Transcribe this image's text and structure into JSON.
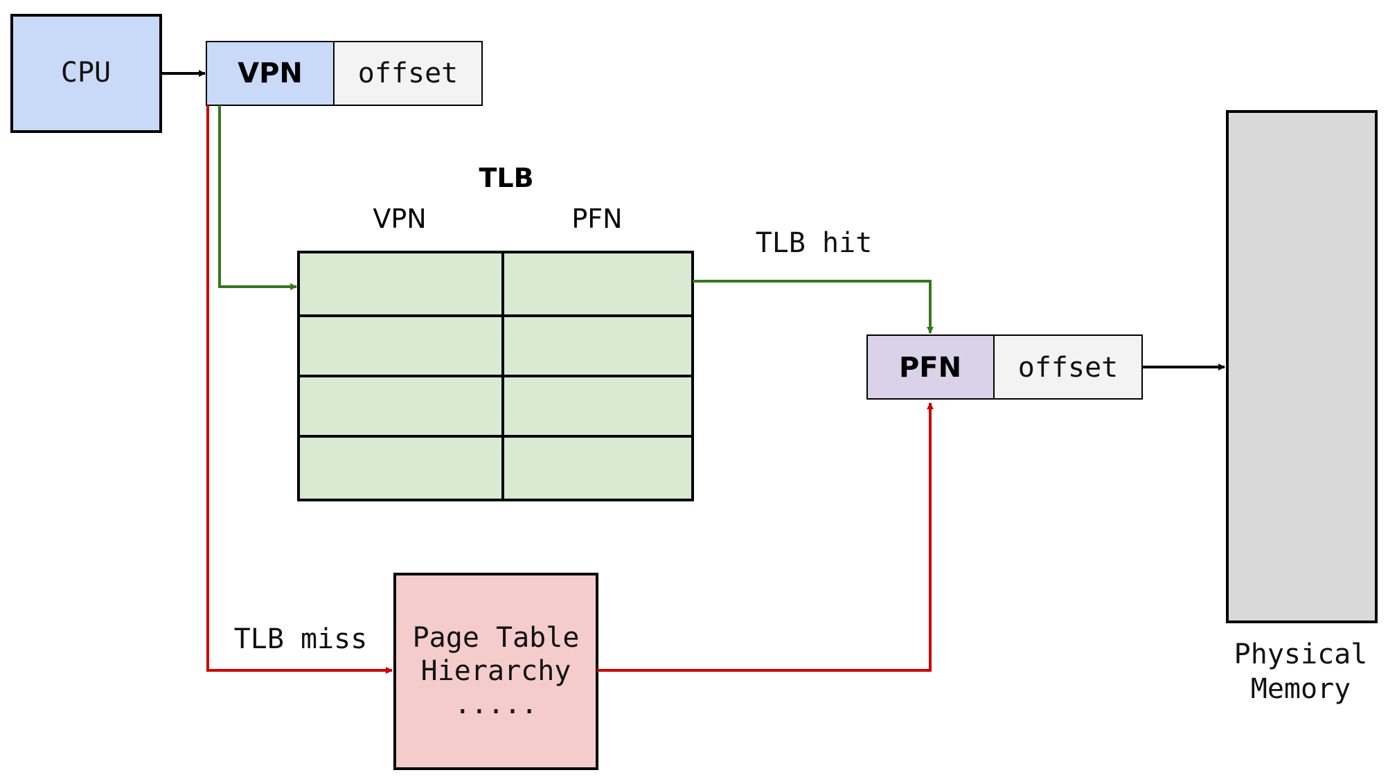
{
  "cpu": {
    "label": "CPU"
  },
  "virtual_address": {
    "vpn_label": "VPN",
    "offset_label": "offset"
  },
  "tlb": {
    "title": "TLB",
    "col_vpn": "VPN",
    "col_pfn": "PFN",
    "rows": 4
  },
  "hit_label": "TLB hit",
  "miss_label": "TLB miss",
  "page_table": {
    "line1": "Page Table",
    "line2": "Hierarchy",
    "line3": "....."
  },
  "physical_address": {
    "pfn_label": "PFN",
    "offset_label": "offset"
  },
  "physical_memory": {
    "line1": "Physical",
    "line2": "Memory"
  },
  "colors": {
    "cpu_fill": "#c9daf8",
    "vpn_fill": "#c9daf8",
    "offset_fill": "#f3f3f3",
    "tlb_fill": "#d9ead3",
    "pfn_fill": "#d9d2e9",
    "page_table_fill": "#f4cccc",
    "memory_fill": "#d9d9d9",
    "hit_arrow": "#38761d",
    "miss_arrow": "#cc0000",
    "plain_arrow": "#000000"
  }
}
